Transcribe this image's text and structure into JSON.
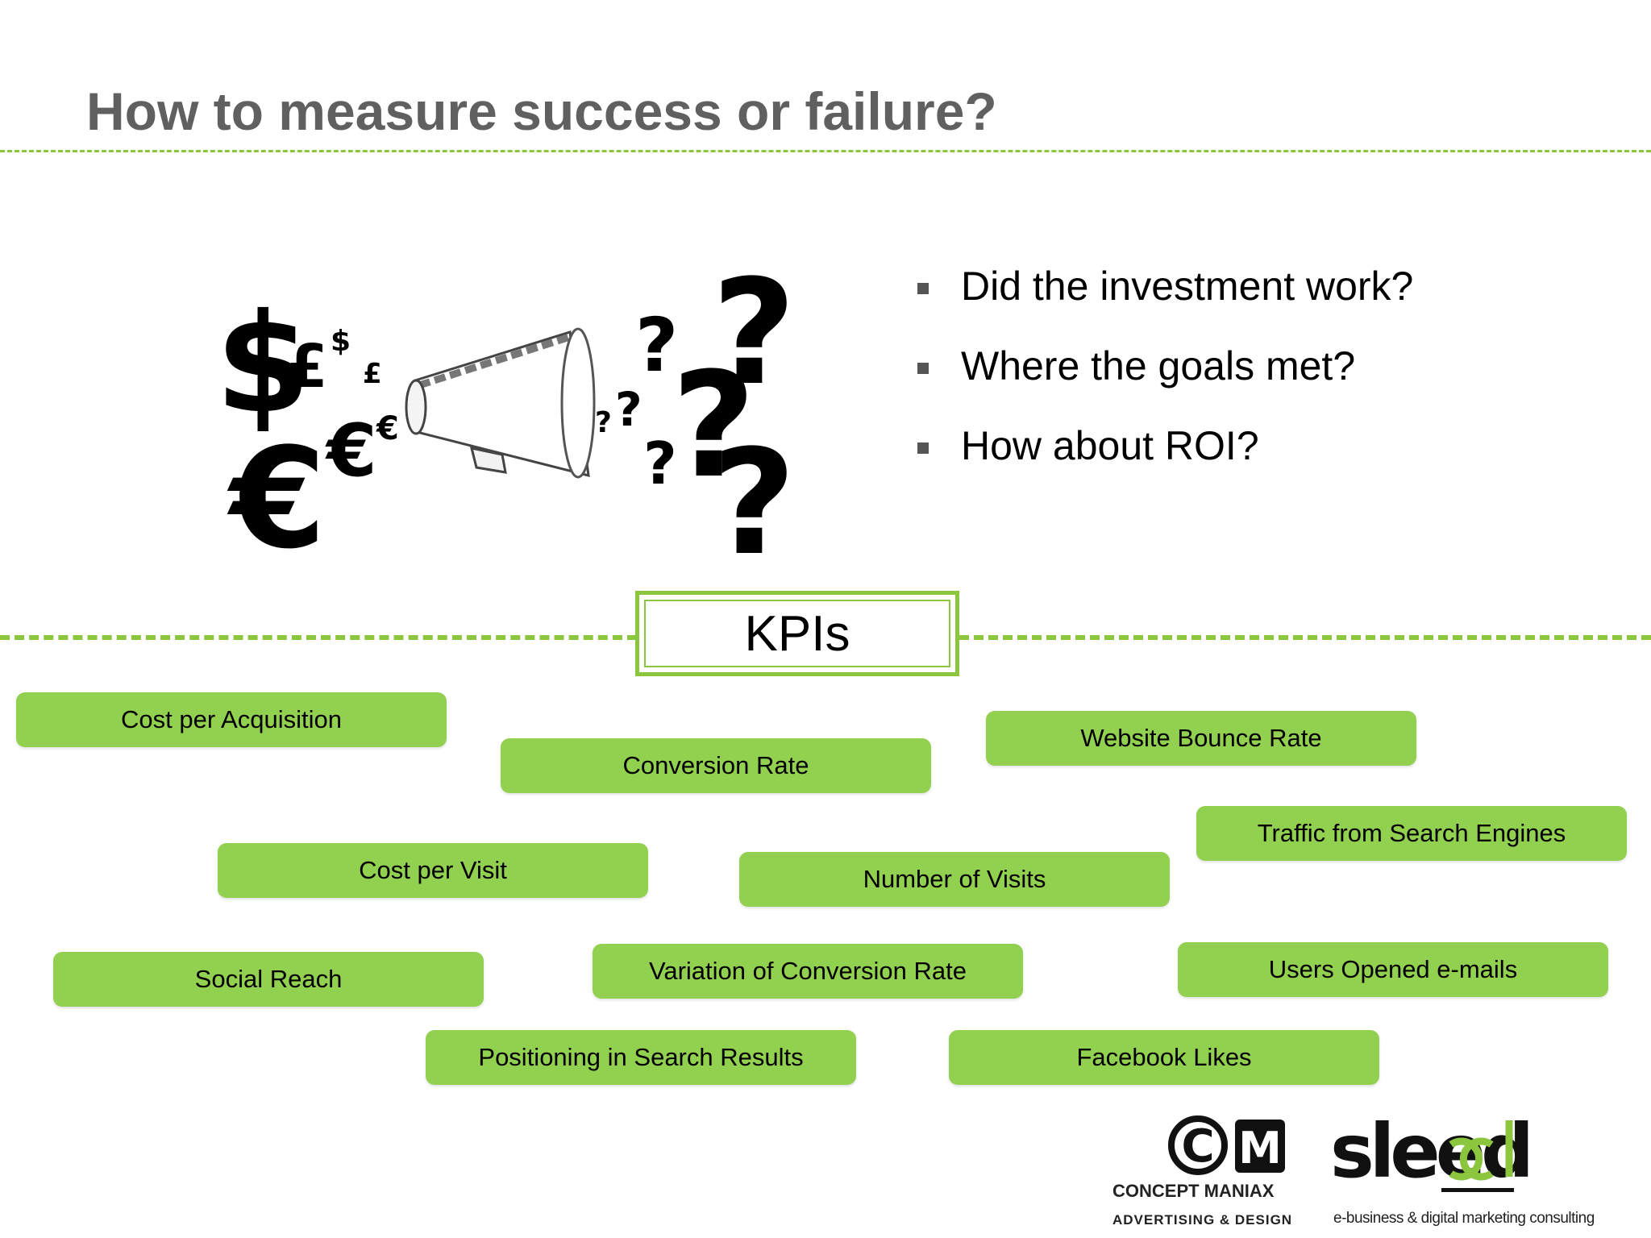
{
  "slide": {
    "title": "How to measure success or failure?",
    "accent_color": "#8cc63f",
    "pill_color": "#92d050"
  },
  "illustration": {
    "symbols": {
      "dollar": "$",
      "pound": "£",
      "euro": "€",
      "question": "?"
    },
    "icon": "megaphone-icon"
  },
  "bullets": [
    "Did the investment work?",
    "Where the goals met?",
    "How about ROI?"
  ],
  "kpi_heading": "KPIs",
  "kpis": [
    "Cost per Acquisition",
    "Conversion Rate",
    "Website Bounce Rate",
    "Traffic from Search Engines",
    "Cost per Visit",
    "Number of Visits",
    "Social Reach",
    "Variation of Conversion Rate",
    "Users Opened e-mails",
    "Positioning in Search Results",
    "Facebook Likes"
  ],
  "logos": {
    "concept_maniax": {
      "mark_c": "C",
      "mark_m": "M",
      "name": "CONCEPT MANIAX",
      "tagline": "ADVERTISING & DESIGN"
    },
    "sleed": {
      "wordmark": "sleed",
      "tagline": "e-business & digital marketing consulting"
    }
  }
}
